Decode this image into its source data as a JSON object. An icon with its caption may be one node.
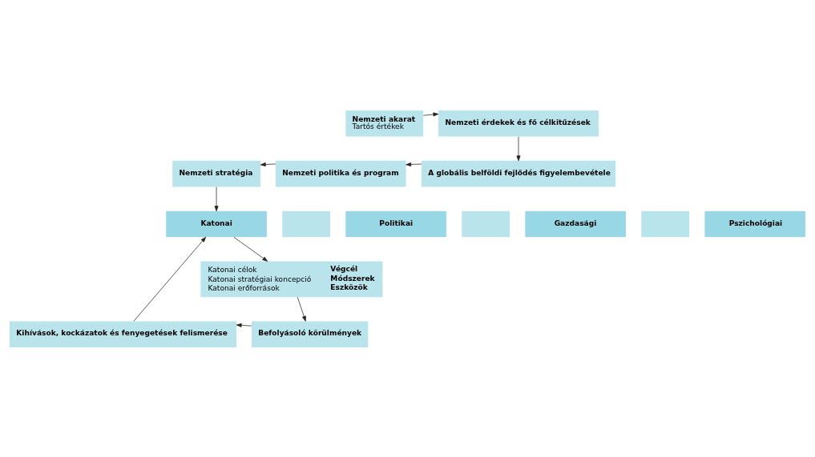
{
  "diagram": {
    "nodes": [
      {
        "text": [
          "Nemzeti akarat",
          "Tartós értékek"
        ]
      },
      {
        "text": [
          "Nemzeti érdekek és fő célkitűzések"
        ]
      },
      {
        "text": [
          "A globális belföldi fejlődés figyelembevétele"
        ]
      },
      {
        "text": [
          "Nemzeti politika és program"
        ]
      },
      {
        "text": [
          "Nemzeti stratégia"
        ]
      },
      {
        "text": [
          "Katonai"
        ]
      },
      {
        "text": [],
        "shape": "box"
      },
      {
        "text": [
          "Politikai"
        ]
      },
      {
        "text": [],
        "shape": "box"
      },
      {
        "text": [
          "Gazdasági"
        ]
      },
      {
        "text": [],
        "shape": "box"
      },
      {
        "text": [
          "Pszichológiai"
        ]
      },
      {
        "text": [
          "Katonai célok",
          "Katonai stratégiai koncepció",
          "Katonai erőforrások",
          "Végcél",
          "Módszerek",
          "Eszközök"
        ]
      },
      {
        "text": [
          "Befolyásoló körülmények"
        ]
      },
      {
        "text": [
          "Kihívások, kockázatok és fenyegetések felismerése"
        ]
      }
    ],
    "edges": [
      {
        "from": 0,
        "to": 1,
        "arrow": "to"
      },
      {
        "from": 1,
        "to": 2,
        "arrow": "to"
      },
      {
        "from": 2,
        "to": 3,
        "arrow": "to"
      },
      {
        "from": 3,
        "to": 4,
        "arrow": "to"
      },
      {
        "from": 4,
        "to": 5,
        "arrow": "to"
      },
      {
        "from": 5,
        "to": 12,
        "arrow": "to"
      },
      {
        "from": 12,
        "to": 13,
        "arrow": "to"
      },
      {
        "from": 13,
        "to": 14,
        "arrow": "to"
      },
      {
        "from": 14,
        "to": 5,
        "arrow": "to"
      }
    ]
  }
}
